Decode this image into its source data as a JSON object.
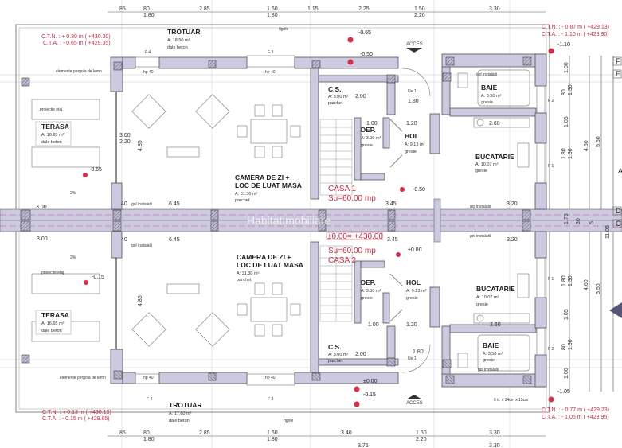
{
  "watermark": "HabitatImobiliare",
  "levels": {
    "top_left": {
      "ctn": "C.T.N. : + 0.30 m ( +430.30)",
      "cta": "C.T.A. : - 0.65 m ( +429.35)"
    },
    "top_right": {
      "ctn": "C.T.N. : - 0.87 m ( +429.13)",
      "cta": "C.T.A. : - 1.10 m ( +428.90)"
    },
    "bottom_left": {
      "ctn": "C.T.N. : + 0.13 m ( +430.13)",
      "cta": "C.T.A. : - 0.15 m ( +429.85)"
    },
    "bottom_right": {
      "ctn": "C.T.N. : - 0.77 m ( +429.23)",
      "cta": "C.T.A. : - 1.05 m ( +428.95)"
    }
  },
  "casa1": {
    "name": "CASA 1",
    "area": "Su=60.00 mp"
  },
  "casa2": {
    "name": "CASA 2",
    "area": "Su=60.00 mp"
  },
  "reference_level": "±0.00= +430.00",
  "rooms": {
    "trotuar_top": {
      "name": "TROTUAR",
      "area": "A: 18.50 m²",
      "finish": "dale beton"
    },
    "trotuar_bottom": {
      "name": "TROTUAR",
      "area": "A: 17.60 m²",
      "finish": "dale beton"
    },
    "terasa1": {
      "name": "TERASA",
      "area": "A: 16.65 m²",
      "finish": "dale beton"
    },
    "terasa2": {
      "name": "TERASA",
      "area": "A: 16.65 m²",
      "finish": "dale beton"
    },
    "camera1": {
      "name1": "CAMERA DE ZI +",
      "name2": "LOC DE LUAT MASA",
      "area": "A: 31.30 m²",
      "finish": "parchet"
    },
    "camera2": {
      "name1": "CAMERA DE ZI +",
      "name2": "LOC DE LUAT MASA",
      "area": "A: 31.30 m²",
      "finish": "parchet"
    },
    "cs1": {
      "name": "C.S.",
      "area": "A: 3.00 m²",
      "finish": "parchet"
    },
    "cs2": {
      "name": "C.S.",
      "area": "A: 3.00 m²",
      "finish": "parchet"
    },
    "dep1": {
      "name": "DEP.",
      "area": "A: 3.00 m²",
      "finish": "gresie"
    },
    "dep2": {
      "name": "DEP.",
      "area": "A: 3.00 m²",
      "finish": "gresie"
    },
    "hol1": {
      "name": "HOL",
      "area": "A: 9.13 m²",
      "finish": "gresie"
    },
    "hol2": {
      "name": "HOL",
      "area": "A: 9.13 m²",
      "finish": "gresie"
    },
    "baie1": {
      "name": "BAIE",
      "area": "A: 3.50 m²",
      "finish": "gresie"
    },
    "baie2": {
      "name": "BAIE",
      "area": "A: 3.50 m²",
      "finish": "gresie"
    },
    "bucatarie1": {
      "name": "BUCATARIE",
      "area": "A: 10.07 m²",
      "finish": "gresie"
    },
    "bucatarie2": {
      "name": "BUCATARIE",
      "area": "A: 10.07 m²",
      "finish": "gresie"
    }
  },
  "elevations": {
    "top_a": "-0.65",
    "top_b": "-0.50",
    "top_right": "-1.10",
    "terasa1": "-0.65",
    "hol1": "-0.50",
    "bottom_a": "±0.00",
    "bottom_b": "-0.15",
    "bottom_right": "-1.05",
    "terasa2": "-0.15",
    "hol2": "±0.00"
  },
  "access_label": "ACCES",
  "notes": {
    "rigole": "rigole",
    "pergola": "elemente pergola de lemn",
    "proiectie": "proiectie etaj",
    "gol": "gol instalatii",
    "hp40": "hp 40",
    "f4": "F 4",
    "f3": "F 3",
    "f1": "F 1",
    "f2": "F 2",
    "ue1": "Ue 1",
    "slope": "2%",
    "stairs": "6 tr. x 34cm x 15cm"
  },
  "dims_top_row1": [
    "85",
    "80",
    "2.85",
    "1.60",
    "1.15",
    "2.25",
    "1.50",
    "3.30"
  ],
  "dims_top_row2": [
    "1.80",
    "1.80",
    "2.20"
  ],
  "dims_bottom_row1": [
    "85",
    "80",
    "2.85",
    "1.60",
    "3.40",
    "1.50",
    "3.30"
  ],
  "dims_bottom_row2": [
    "1.80",
    "1.80",
    "2.20"
  ],
  "dims_bottom_row3": [
    "3.75",
    "3.30"
  ],
  "dims_right": [
    "1.00",
    "80",
    "1.30",
    "1.05",
    "1.80",
    "1.30",
    "1.75",
    "1.80",
    "1.30",
    "1.05",
    "80",
    "1.30",
    "1.00"
  ],
  "dims_right_outer": [
    "4.60",
    "5.50",
    "30",
    "5",
    "11.05",
    "4.60",
    "5.50"
  ],
  "dims_inner": [
    "6.45",
    "6.45",
    "3.45",
    "3.45",
    "3.00",
    "3.00",
    "4.85",
    "4.85",
    "3.00",
    "2.20",
    "2.00",
    "2.00",
    "1.80",
    "1.80",
    "1.20",
    "1.20",
    "1.00",
    "1.00",
    "2.60",
    "2.60",
    "3.20",
    "3.20",
    "40",
    "40"
  ],
  "axis_labels": [
    "F",
    "E",
    "D",
    "C",
    "A"
  ]
}
